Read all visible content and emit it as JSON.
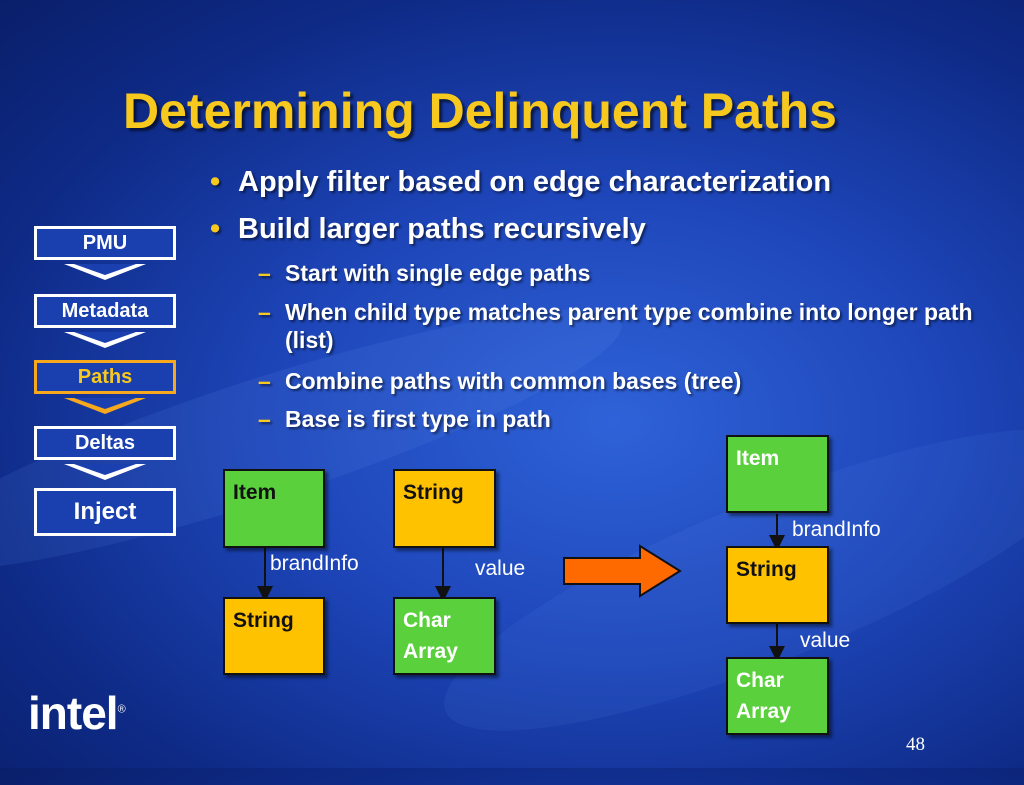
{
  "slide": {
    "title": "Determining Delinquent Paths",
    "page_number": "48",
    "logo_text": "intel",
    "logo_mark": "®"
  },
  "bullets": {
    "level1": [
      "Apply filter based on edge characterization",
      "Build larger paths recursively"
    ],
    "level2": [
      "Start with single edge paths",
      "When child type matches parent type combine into longer path (list)",
      "Combine paths with common bases (tree)",
      "Base is first type in path"
    ]
  },
  "pipeline": {
    "stages": [
      "PMU",
      "Metadata",
      "Paths",
      "Deltas",
      "Inject"
    ],
    "active_stage": "Paths"
  },
  "diagram": {
    "left_path_1": {
      "parent": "Item",
      "edge": "brandInfo",
      "child": "String"
    },
    "left_path_2": {
      "parent": "String",
      "edge": "value",
      "child_line1": "Char",
      "child_line2": "Array"
    },
    "combined": {
      "node1": "Item",
      "edge1": "brandInfo",
      "node2": "String",
      "edge2": "value",
      "node3_line1": "Char",
      "node3_line2": "Array"
    }
  },
  "colors": {
    "title": "#f7c81e",
    "bullet_marker": "#f7c81e",
    "node_green": "#5ad13c",
    "node_orange": "#ffc200",
    "transform_arrow": "#ff6a00",
    "active_stage_border": "#f7a81c"
  }
}
